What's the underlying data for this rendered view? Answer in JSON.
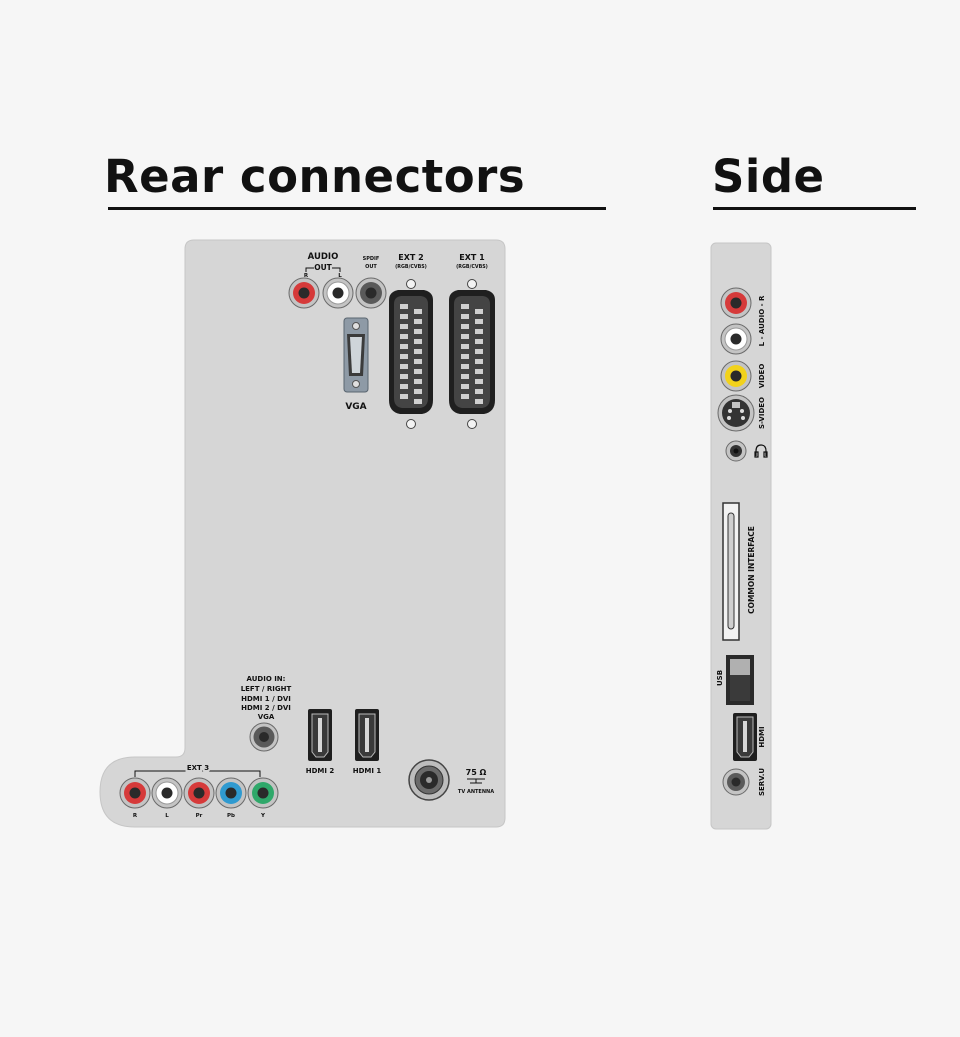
{
  "headings": {
    "rear": "Rear connectors",
    "side": "Side"
  },
  "rear": {
    "audio_out": {
      "title": "AUDIO",
      "sub": "OUT",
      "r": "R",
      "l": "L"
    },
    "spdif": {
      "line1": "SPDIF",
      "line2": "OUT"
    },
    "ext2": {
      "title": "EXT 2",
      "sub": "(RGB/CVBS)"
    },
    "ext1": {
      "title": "EXT 1",
      "sub": "(RGB/CVBS)"
    },
    "vga": "VGA",
    "audio_in": {
      "line1": "AUDIO IN:",
      "line2": "LEFT / RIGHT",
      "line3": "HDMI 1 / DVI",
      "line4": "HDMI 2 / DVI",
      "line5": "VGA"
    },
    "hdmi2": "HDMI 2",
    "hdmi1": "HDMI 1",
    "antenna": {
      "ohm": "75 Ω",
      "label": "TV ANTENNA"
    },
    "ext3": {
      "title": "EXT 3",
      "jacks": [
        {
          "label": "R",
          "color": "#d63a3a"
        },
        {
          "label": "L",
          "color": "#ffffff"
        },
        {
          "label": "Pr",
          "color": "#d63a3a"
        },
        {
          "label": "Pb",
          "color": "#2f9ad0"
        },
        {
          "label": "Y",
          "color": "#2fa86a"
        }
      ]
    }
  },
  "side": {
    "audio": "L - AUDIO - R",
    "video": "VIDEO",
    "svideo": "S-VIDEO",
    "headphone": "headphone-icon",
    "common_interface": "COMMON INTERFACE",
    "usb": "USB",
    "hdmi": "HDMI",
    "servu": "SERV.U"
  },
  "colors": {
    "panel": "#d6d6d6",
    "red": "#d63a3a",
    "white": "#ffffff",
    "yellow": "#f2d21b",
    "blue": "#2f9ad0",
    "green": "#2fa86a",
    "dark": "#333333"
  }
}
